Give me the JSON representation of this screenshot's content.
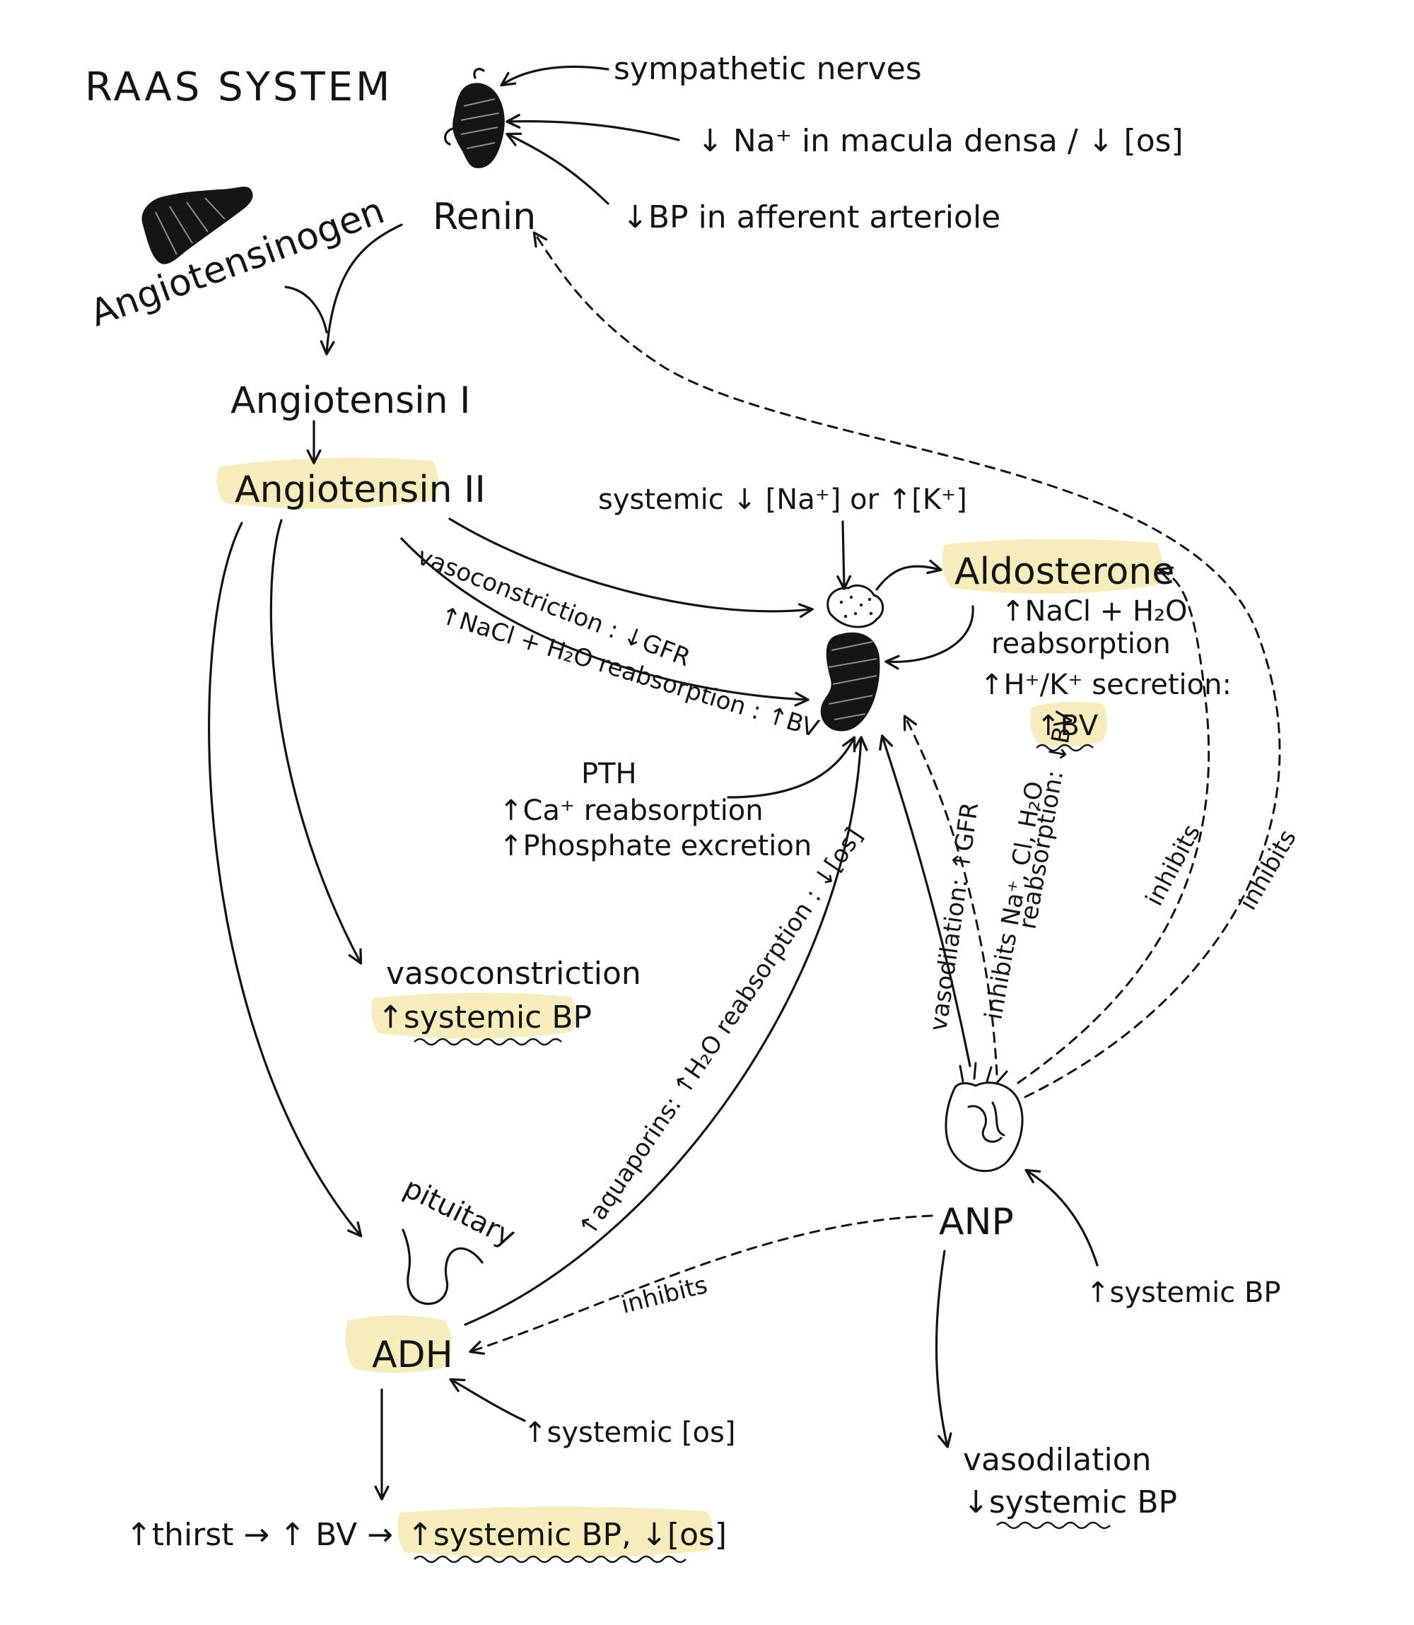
{
  "title": "RAAS SYSTEM",
  "nodes": {
    "renin": "Renin",
    "angiotensinogen": "Angiotensinogen",
    "angiotensin1": "Angiotensin I",
    "angiotensin2": "Angiotensin II",
    "aldosterone": "Aldosterone",
    "pituitary": "pituitary",
    "adh": "ADH",
    "anp": "ANP"
  },
  "renin_stimuli": {
    "sympathetic": "sympathetic nerves",
    "macula": "↓ Na⁺ in macula densa / ↓ [os]",
    "bp": "↓BP in afferent arteriole"
  },
  "adrenal_stimulus": "systemic ↓ [Na⁺] or ↑[K⁺]",
  "aldosterone_effects": {
    "line1": "↑NaCl + H₂O",
    "line2": "reabsorption",
    "line3": "↑H⁺/K⁺ secretion:",
    "line4": "↑BV"
  },
  "ang2_kidney": {
    "line1": "vasoconstriction : ↓GFR",
    "line2": "↑NaCl + H₂O reabsorption : ↑BV"
  },
  "pth": {
    "line1": "PTH",
    "line2": "↑Ca⁺ reabsorption",
    "line3": "↑Phosphate excretion"
  },
  "vasoconstriction": {
    "line1": "vasoconstriction",
    "line2": "↑systemic BP"
  },
  "adh_kidney": "↑aquaporins: ↑H₂O reabsorption : ↓[os]",
  "anp_kidney": {
    "vasodilation": "vasodilation: ↑GFR",
    "inhibits1": "inhibits Na⁺, Cl, H₂O",
    "inhibits2": "reabsorption: ↓BV"
  },
  "inhibits": {
    "adh": "inhibits",
    "aldosterone": "inhibits",
    "renin": "inhibits"
  },
  "adh_stimulus": "↑systemic [os]",
  "anp_stimulus": "↑systemic BP",
  "adh_outcome": {
    "part1": "↑thirst → ↑ BV →",
    "part2": "↑systemic BP, ↓[os]"
  },
  "anp_outcome": {
    "line1": "vasodilation",
    "line2": "↓systemic BP"
  },
  "colors": {
    "ink": "#141414",
    "highlight": "#f6eab0"
  }
}
